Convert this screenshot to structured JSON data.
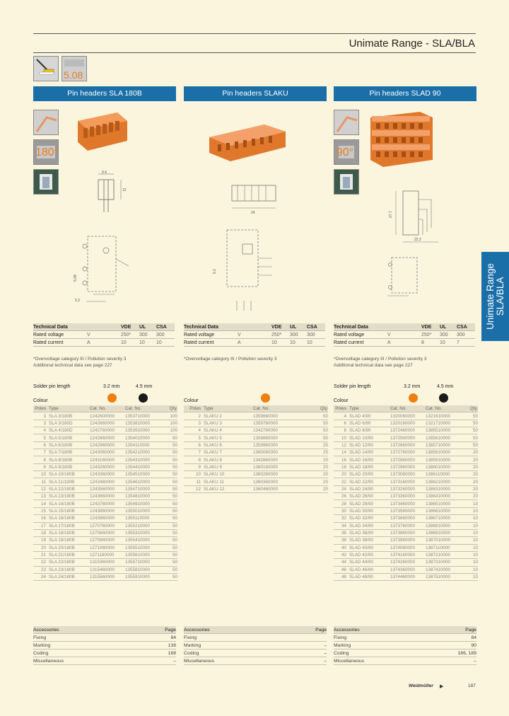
{
  "header": {
    "title": "Unimate Range - SLA/BLA"
  },
  "top_icon": {
    "label": "5.08"
  },
  "side_tab": {
    "line1": "Unimate Range",
    "line2": "SLA/BLA"
  },
  "colors": {
    "accent": "#1b6fa8",
    "orange": "#f07f0e",
    "black": "#1a1a1a",
    "background": "#fbf5dd"
  },
  "columns": [
    {
      "title": "Pin headers SLA 180B",
      "angle_label": "180°",
      "tech": {
        "header": [
          "Technical Data",
          "",
          "VDE",
          "UL",
          "CSA"
        ],
        "rows": [
          [
            "Rated voltage",
            "V",
            "250*",
            "300",
            "300"
          ],
          [
            "Rated current",
            "A",
            "10",
            "10",
            "10"
          ]
        ]
      },
      "notes": [
        "*Overvoltage category III / Pollution severity 3",
        "Additional technical data see page 227"
      ],
      "solder_label": "Solder pin length",
      "solder_values": [
        "3.2 mm",
        "4.5 mm"
      ],
      "colour_label": "Colour",
      "table_header": [
        "Poles",
        "Type",
        "Cat. No.",
        "Cat. No.",
        "Qty."
      ],
      "rows": [
        [
          "3",
          "SLA 3/180B",
          "1242600000",
          "1353710000",
          "100"
        ],
        [
          "3",
          "SLA 3/180D",
          "1242660000",
          "1353810000",
          "100"
        ],
        [
          "4",
          "SLA 4/180D",
          "1242760000",
          "1353910000",
          "100"
        ],
        [
          "5",
          "SLA 5/180B",
          "1242860000",
          "1354010000",
          "50"
        ],
        [
          "6",
          "SLA 6/180B",
          "1242960000",
          "1354110000",
          "50"
        ],
        [
          "7",
          "SLA 7/180B",
          "1243060000",
          "1354210000",
          "50"
        ],
        [
          "8",
          "SLA 8/180B",
          "1243160000",
          "1354310000",
          "50"
        ],
        [
          "9",
          "SLA 9/180B",
          "1243260000",
          "1354410000",
          "50"
        ],
        [
          "10",
          "SLA 10/180B",
          "1243360000",
          "1354510000",
          "50"
        ],
        [
          "11",
          "SLA 11/180B",
          "1243460000",
          "1354610000",
          "50"
        ],
        [
          "12",
          "SLA 12/180B",
          "1243560000",
          "1354710000",
          "50"
        ],
        [
          "13",
          "SLA 13/180B",
          "1243660000",
          "1354810000",
          "50"
        ],
        [
          "14",
          "SLA 14/180B",
          "1243760000",
          "1354910000",
          "50"
        ],
        [
          "15",
          "SLA 15/180B",
          "1243860000",
          "1355010000",
          "50"
        ],
        [
          "16",
          "SLA 16/180B",
          "1243960000",
          "1355110000",
          "50"
        ],
        [
          "17",
          "SLA 17/180B",
          "1270760000",
          "1355210000",
          "50"
        ],
        [
          "18",
          "SLA 18/180B",
          "1270860000",
          "1355310000",
          "50"
        ],
        [
          "19",
          "SLA 19/180B",
          "1270960000",
          "1355410000",
          "50"
        ],
        [
          "20",
          "SLA 20/180B",
          "1271060000",
          "1355510000",
          "50"
        ],
        [
          "21",
          "SLA 21/180B",
          "1271160000",
          "1355610000",
          "50"
        ],
        [
          "22",
          "SLA 22/180B",
          "1315360000",
          "1355710000",
          "50"
        ],
        [
          "23",
          "SLA 23/180B",
          "1315460000",
          "1355810000",
          "50"
        ],
        [
          "24",
          "SLA 24/180B",
          "1315560000",
          "1355910000",
          "50"
        ]
      ],
      "accessories": {
        "header": [
          "Accessories",
          "Page"
        ],
        "rows": [
          [
            "Fixing",
            "84"
          ],
          [
            "Marking",
            "138"
          ],
          [
            "Coding",
            "188"
          ],
          [
            "Miscellaneous",
            "–"
          ]
        ]
      }
    },
    {
      "title": "Pin headers SLAKU",
      "tech": {
        "header": [
          "Technical Data",
          "",
          "VDE",
          "UL",
          "CSA"
        ],
        "rows": [
          [
            "Rated voltage",
            "V",
            "250*",
            "300",
            "300"
          ],
          [
            "Rated current",
            "A",
            "10",
            "10",
            "10"
          ]
        ]
      },
      "notes": [
        "*Overvoltage category III / Pollution severity 3"
      ],
      "colour_label": "Colour",
      "table_header": [
        "Poles",
        "Type",
        "Cat. No.",
        "Qty."
      ],
      "rows": [
        [
          "2",
          "SLAKU 2",
          "1359660000",
          "50"
        ],
        [
          "3",
          "SLAKU 3",
          "1359760000",
          "50"
        ],
        [
          "4",
          "SLAKU 4",
          "1342760000",
          "50"
        ],
        [
          "5",
          "SLAKU 5",
          "1359860000",
          "50"
        ],
        [
          "6",
          "SLAKU 6",
          "1359960000",
          "25"
        ],
        [
          "7",
          "SLAKU 7",
          "1360060000",
          "25"
        ],
        [
          "8",
          "SLAKU 8",
          "1342860000",
          "20"
        ],
        [
          "9",
          "SLAKU 9",
          "1360160000",
          "20"
        ],
        [
          "10",
          "SLAKU 10",
          "1360260000",
          "20"
        ],
        [
          "11",
          "SLAKU 11",
          "1360360000",
          "20"
        ],
        [
          "12",
          "SLAKU 12",
          "1360460000",
          "20"
        ]
      ],
      "accessories": {
        "header": [
          "Accessories",
          "Page"
        ],
        "rows": [
          [
            "Fixing",
            ""
          ],
          [
            "Marking",
            "–"
          ],
          [
            "Coding",
            "–"
          ],
          [
            "Miscellaneous",
            "–"
          ]
        ]
      }
    },
    {
      "title": "Pin headers SLAD 90",
      "angle_label": "90°",
      "tech": {
        "header": [
          "Technical Data",
          "",
          "VDE",
          "UL",
          "CSA"
        ],
        "rows": [
          [
            "Rated voltage",
            "V",
            "250*",
            "300",
            "300"
          ],
          [
            "Rated current",
            "A",
            "8",
            "10",
            "7"
          ]
        ]
      },
      "notes": [
        "*Overvoltage category III / Pollution severity 3",
        "Additional technical data see page 227"
      ],
      "solder_label": "Solder pin length",
      "solder_values": [
        "3.2 mm",
        "4.5 mm"
      ],
      "colour_label": "Colour",
      "table_header": [
        "Poles",
        "Type",
        "Cat. No.",
        "Cat. No.",
        "Qty."
      ],
      "rows": [
        [
          "4",
          "SLAD 4/90",
          "1320060000",
          "1321610000",
          "50"
        ],
        [
          "6",
          "SLAD 6/90",
          "1320160000",
          "1321710000",
          "50"
        ],
        [
          "8",
          "SLAD 8/90",
          "1372460000",
          "1385510000",
          "50"
        ],
        [
          "10",
          "SLAD 10/90",
          "1372560000",
          "1385610000",
          "50"
        ],
        [
          "12",
          "SLAD 12/90",
          "1372660000",
          "1385710000",
          "50"
        ],
        [
          "14",
          "SLAD 14/90",
          "1372760000",
          "1385810000",
          "20"
        ],
        [
          "16",
          "SLAD 16/90",
          "1372860000",
          "1385910000",
          "20"
        ],
        [
          "18",
          "SLAD 18/90",
          "1372960000",
          "1386010000",
          "20"
        ],
        [
          "20",
          "SLAD 20/90",
          "1373060000",
          "1386110000",
          "20"
        ],
        [
          "22",
          "SLAD 22/90",
          "1373160000",
          "1386210000",
          "20"
        ],
        [
          "24",
          "SLAD 24/90",
          "1373260000",
          "1386310000",
          "20"
        ],
        [
          "26",
          "SLAD 26/90",
          "1373360000",
          "1386410000",
          "20"
        ],
        [
          "28",
          "SLAD 28/90",
          "1373460000",
          "1386510000",
          "10"
        ],
        [
          "30",
          "SLAD 30/90",
          "1373560000",
          "1386610000",
          "10"
        ],
        [
          "32",
          "SLAD 32/90",
          "1373660000",
          "1386710000",
          "10"
        ],
        [
          "34",
          "SLAD 34/90",
          "1373760000",
          "1386810000",
          "10"
        ],
        [
          "36",
          "SLAD 36/90",
          "1373860000",
          "1386910000",
          "10"
        ],
        [
          "38",
          "SLAD 38/90",
          "1373960000",
          "1387010000",
          "10"
        ],
        [
          "40",
          "SLAD 40/90",
          "1374060000",
          "1387110000",
          "10"
        ],
        [
          "42",
          "SLAD 42/90",
          "1374160000",
          "1387210000",
          "10"
        ],
        [
          "44",
          "SLAD 44/90",
          "1374260000",
          "1387310000",
          "10"
        ],
        [
          "46",
          "SLAD 46/90",
          "1374360000",
          "1387410000",
          "10"
        ],
        [
          "48",
          "SLAD 48/90",
          "1374460000",
          "1387510000",
          "10"
        ]
      ],
      "accessories": {
        "header": [
          "Accessories",
          "Page"
        ],
        "rows": [
          [
            "Fixing",
            "84"
          ],
          [
            "Marking",
            "90"
          ],
          [
            "Coding",
            "186, 189"
          ],
          [
            "Miscellaneous",
            "–"
          ]
        ]
      }
    }
  ],
  "drawings": {
    "sla180": {
      "w": "9.4",
      "h": "12",
      "base": "5.3",
      "pitch": "5.08"
    },
    "slaku": {
      "w": "24",
      "h": "5.1"
    },
    "slad": {
      "w": "22.2",
      "h": "27.7"
    }
  },
  "footer": {
    "brand": "Weidmüller",
    "page": "187"
  }
}
